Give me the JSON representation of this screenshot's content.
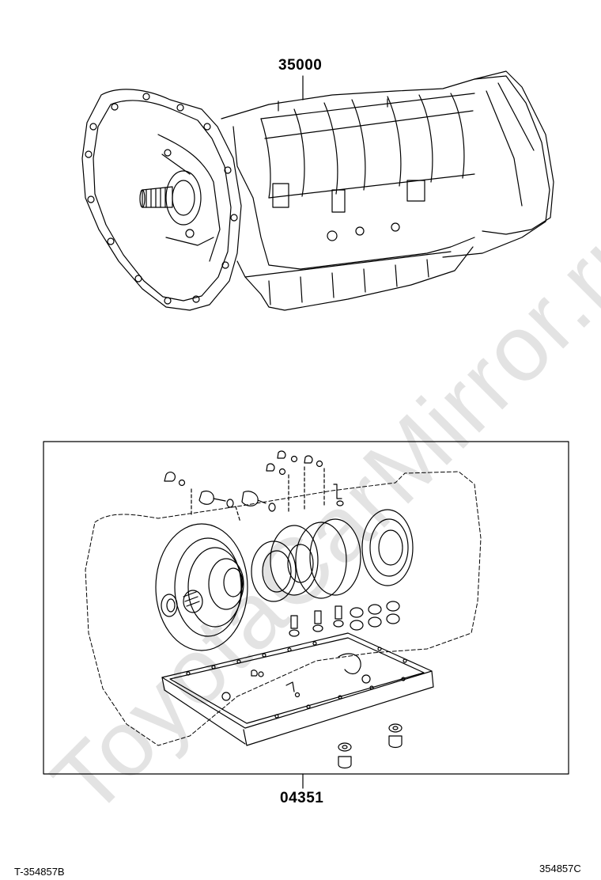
{
  "parts": {
    "upper_label": "35000",
    "lower_label": "04351"
  },
  "footer": {
    "left_code": "T-354857B",
    "right_code": "354857C"
  },
  "watermark": "ToyotaCarMirror.ru"
}
